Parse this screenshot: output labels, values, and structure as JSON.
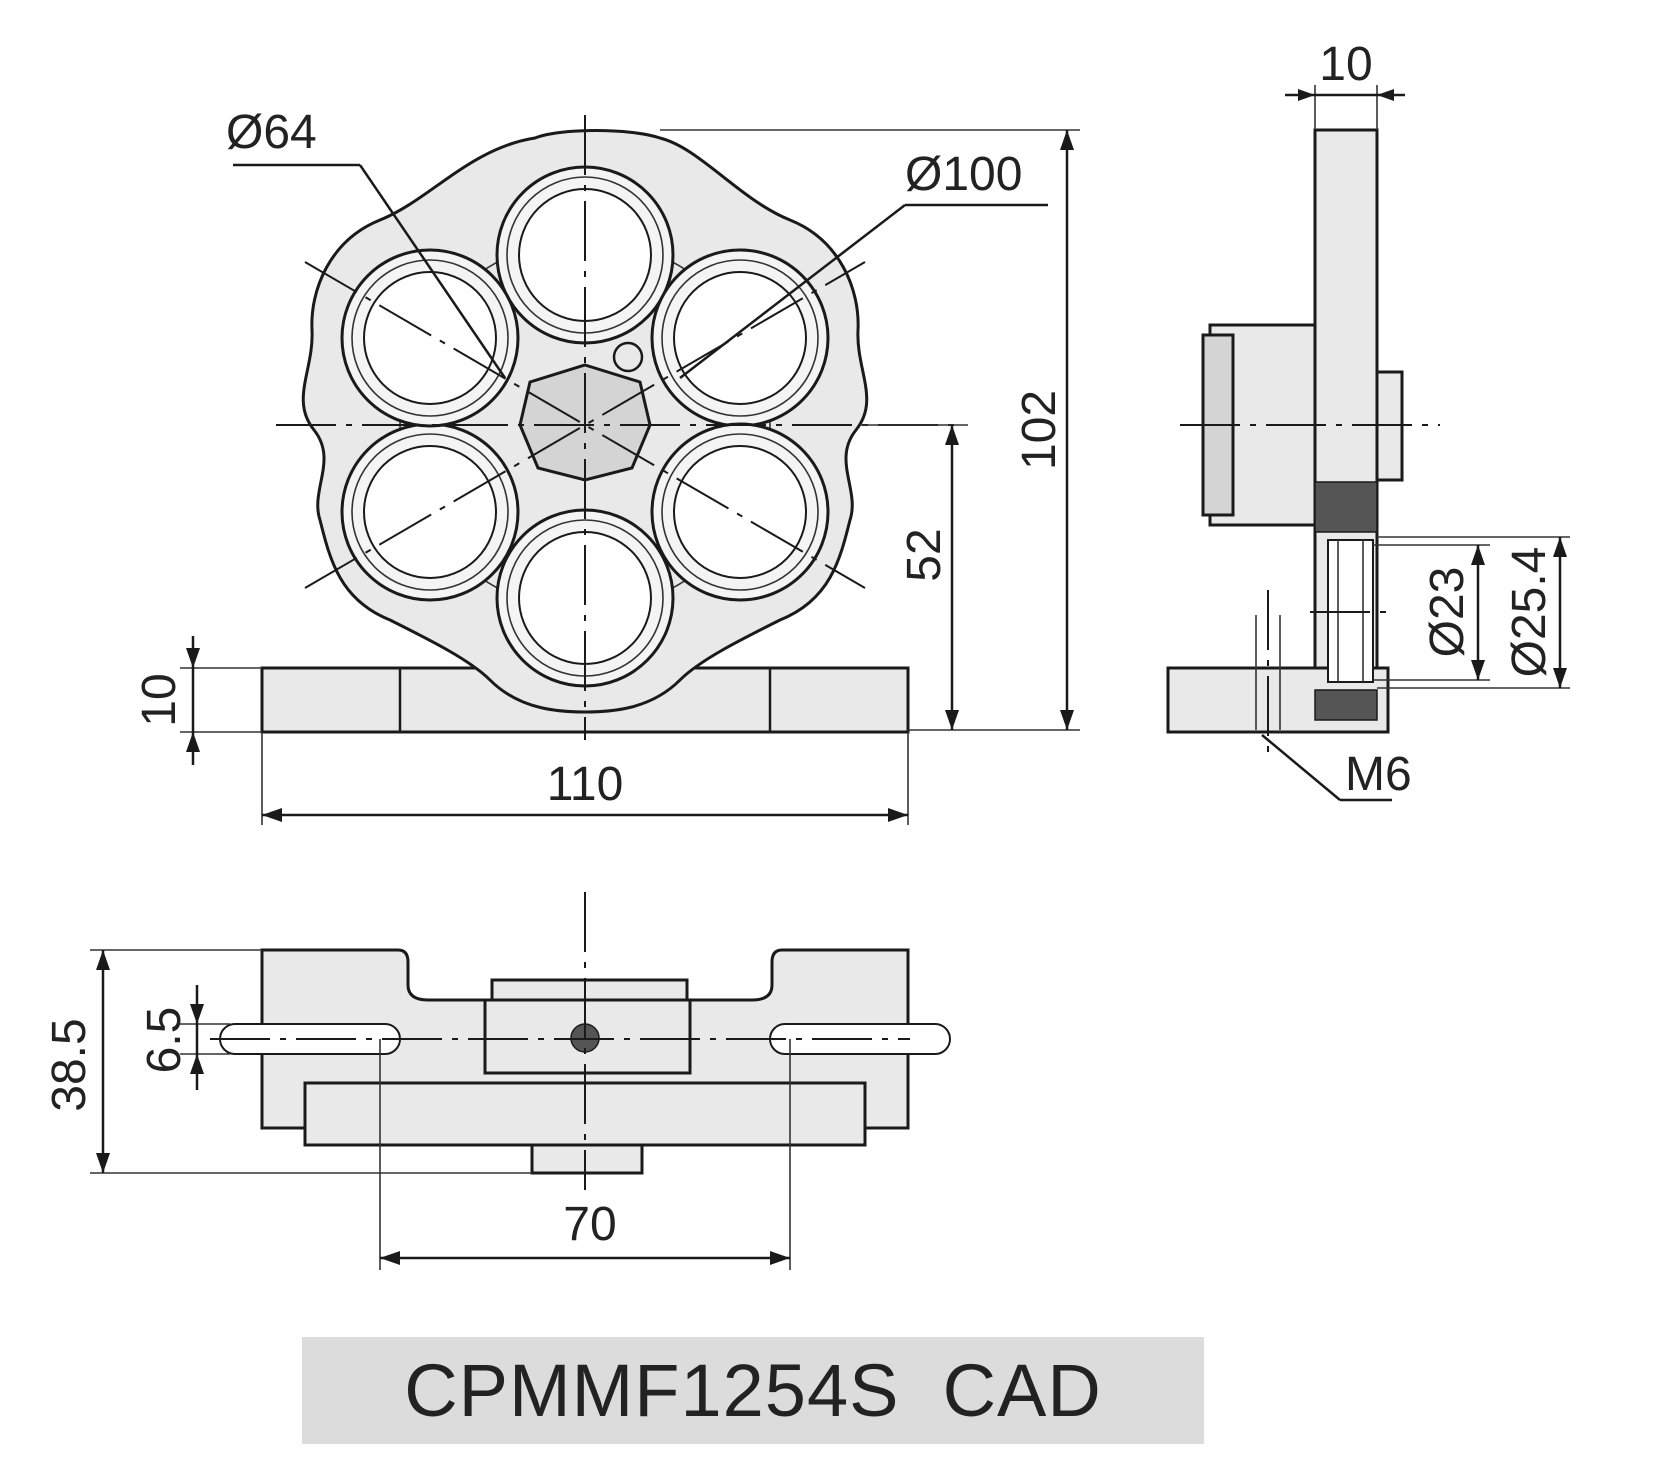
{
  "front_view": {
    "dims": {
      "dia_inner_circle": "Ø64",
      "dia_outer": "Ø100",
      "height_total": "102",
      "center_height": "52",
      "base_thickness": "10",
      "base_width": "110"
    }
  },
  "side_view": {
    "dims": {
      "plate_thickness": "10",
      "bore_dia": "Ø23",
      "counterbore_dia": "Ø25.4",
      "screw_thread": "M6"
    }
  },
  "bottom_view": {
    "dims": {
      "depth_total": "38.5",
      "slot_width": "6.5",
      "slot_spacing": "70"
    }
  },
  "title": "CPMMF1254S  CAD",
  "colors": {
    "line": "#1a1a1a",
    "fill": "#e9e9e9",
    "title_bg": "#dcdcdc"
  }
}
